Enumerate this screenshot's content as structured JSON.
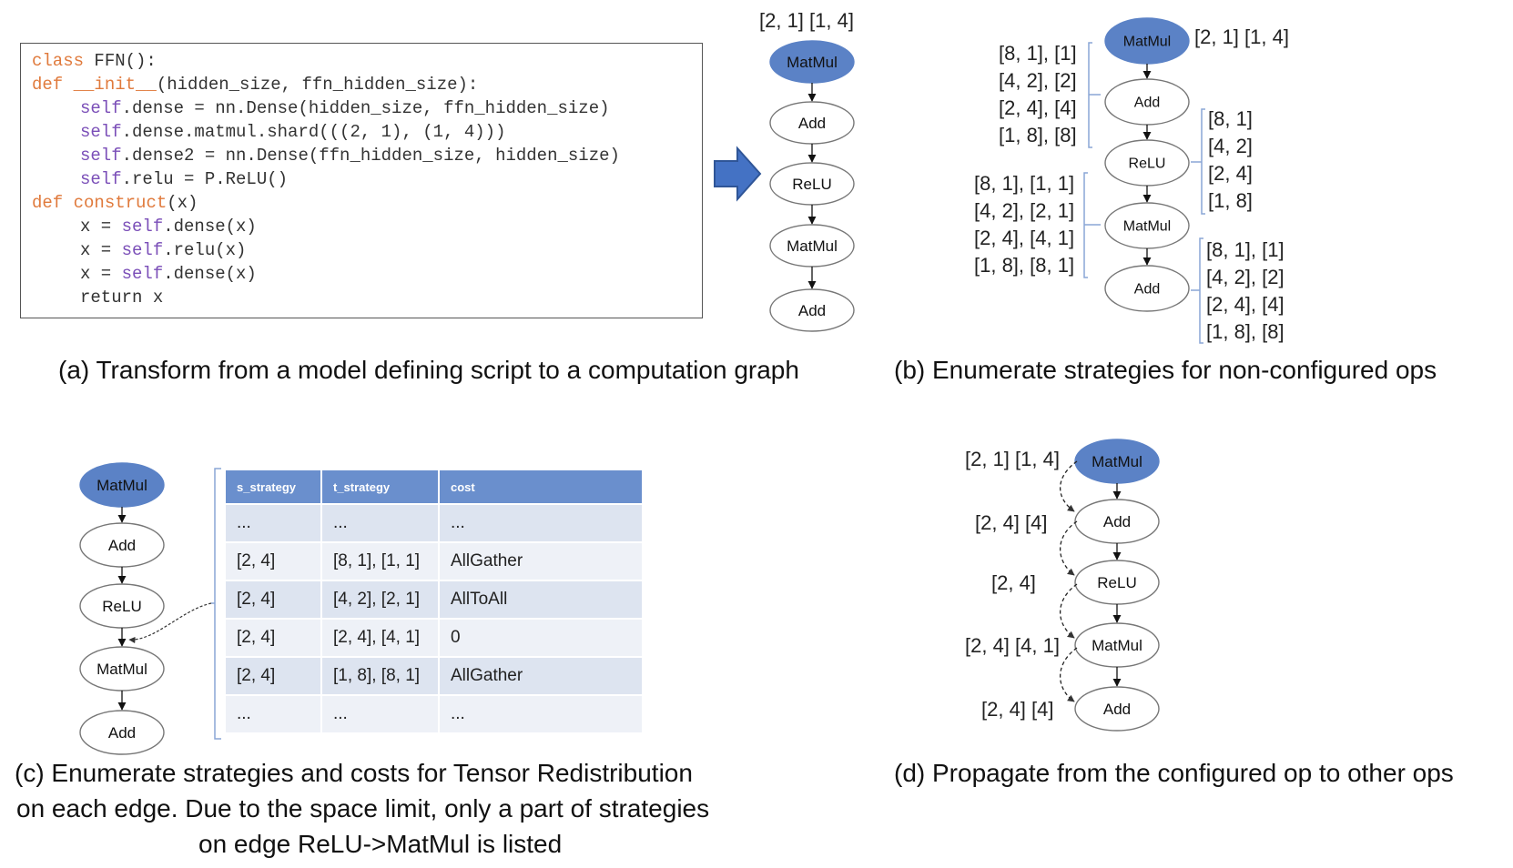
{
  "panel_a": {
    "code_lines": [
      {
        "indent": 0,
        "parts": [
          {
            "t": "class",
            "c": "kw-orange"
          },
          {
            "t": " FFN():",
            "c": ""
          }
        ]
      },
      {
        "indent": 0,
        "parts": [
          {
            "t": "def",
            "c": "kw-orange"
          },
          {
            "t": " ",
            "c": ""
          },
          {
            "t": "__init__",
            "c": "kw-orange"
          },
          {
            "t": "(hidden_size, ffn_hidden_size):",
            "c": ""
          }
        ]
      },
      {
        "indent": 1,
        "parts": [
          {
            "t": "self",
            "c": "kw-purple"
          },
          {
            "t": ".dense = nn.Dense(hidden_size, ffn_hidden_size)",
            "c": ""
          }
        ]
      },
      {
        "indent": 1,
        "parts": [
          {
            "t": "self",
            "c": "kw-purple"
          },
          {
            "t": ".dense.matmul.shard(((2, 1), (1, 4)))",
            "c": ""
          }
        ]
      },
      {
        "indent": 1,
        "parts": [
          {
            "t": "self",
            "c": "kw-purple"
          },
          {
            "t": ".dense2 = nn.Dense(ffn_hidden_size, hidden_size)",
            "c": ""
          }
        ]
      },
      {
        "indent": 1,
        "parts": [
          {
            "t": "self",
            "c": "kw-purple"
          },
          {
            "t": ".relu = P.ReLU()",
            "c": ""
          }
        ]
      },
      {
        "indent": 0,
        "parts": [
          {
            "t": "def",
            "c": "kw-orange"
          },
          {
            "t": " ",
            "c": ""
          },
          {
            "t": "construct",
            "c": "kw-orange"
          },
          {
            "t": "(x)",
            "c": ""
          }
        ]
      },
      {
        "indent": 1,
        "parts": [
          {
            "t": "x = ",
            "c": ""
          },
          {
            "t": "self",
            "c": "kw-purple"
          },
          {
            "t": ".dense(x)",
            "c": ""
          }
        ]
      },
      {
        "indent": 1,
        "parts": [
          {
            "t": "x = ",
            "c": ""
          },
          {
            "t": "self",
            "c": "kw-purple"
          },
          {
            "t": ".relu(x)",
            "c": ""
          }
        ]
      },
      {
        "indent": 1,
        "parts": [
          {
            "t": "x = ",
            "c": ""
          },
          {
            "t": "self",
            "c": "kw-purple"
          },
          {
            "t": ".dense(x)",
            "c": ""
          }
        ]
      },
      {
        "indent": 1,
        "parts": [
          {
            "t": "return x",
            "c": ""
          }
        ]
      }
    ],
    "graph_top_label": "[2, 1] [1, 4]",
    "caption": "(a) Transform from a model defining script to a computation graph"
  },
  "nodes": {
    "matmul": "MatMul",
    "add": "Add",
    "relu": "ReLU"
  },
  "panel_b": {
    "top_label": "[2, 1] [1, 4]",
    "add_strategies": [
      "[8, 1], [1]",
      "[4, 2], [2]",
      "[2, 4], [4]",
      "[1, 8], [8]"
    ],
    "relu_strategies": [
      "[8, 1]",
      "[4, 2]",
      "[2, 4]",
      "[1, 8]"
    ],
    "matmul2_strategies": [
      "[8, 1], [1, 1]",
      "[4, 2], [2, 1]",
      "[2, 4], [4, 1]",
      "[1, 8], [8, 1]"
    ],
    "add2_strategies": [
      "[8, 1], [1]",
      "[4, 2], [2]",
      "[2, 4], [4]",
      "[1, 8], [8]"
    ],
    "caption": "(b) Enumerate strategies for non-configured ops"
  },
  "panel_c": {
    "headers": [
      "s_strategy",
      "t_strategy",
      "cost"
    ],
    "rows": [
      [
        "...",
        "...",
        "..."
      ],
      [
        "[2, 4]",
        "[8, 1], [1, 1]",
        "AllGather"
      ],
      [
        "[2, 4]",
        "[4, 2], [2, 1]",
        "AllToAll"
      ],
      [
        "[2, 4]",
        "[2, 4], [4, 1]",
        "0"
      ],
      [
        "[2, 4]",
        "[1, 8], [8, 1]",
        "AllGather"
      ],
      [
        "...",
        "...",
        "..."
      ]
    ],
    "caption_lines": [
      "(c) Enumerate strategies and costs for Tensor Redistribution",
      "on each edge. Due to the space limit, only a part of strategies",
      "on edge ReLU->MatMul is listed"
    ]
  },
  "panel_d": {
    "labels": [
      "[2, 1] [1, 4]",
      "[2, 4] [4]",
      "[2, 4]",
      "[2, 4] [4, 1]",
      "[2, 4] [4]"
    ],
    "caption": "(d) Propagate from the configured op to other ops"
  },
  "colors": {
    "configured_node": "#5b82c6",
    "table_header": "#6a8fcd",
    "arrow": "#2f5eb3"
  }
}
